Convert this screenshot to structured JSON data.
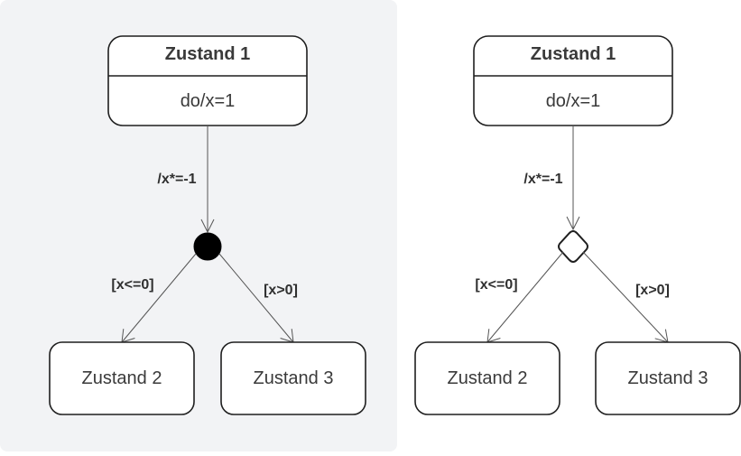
{
  "colors": {
    "left_panel_bg": "#f2f3f5",
    "page_bg": "#ffffff",
    "stroke": "#1f1f1f",
    "edge": "#555555",
    "text": "#3a3a3a"
  },
  "diagrams": [
    {
      "id": "left",
      "junction": "filled-circle",
      "top_state": {
        "title": "Zustand 1",
        "activity": "do/x=1"
      },
      "incoming_label": "/x*=-1",
      "left_guard": "[x<=0]",
      "right_guard": "[x>0]",
      "left_state": "Zustand 2",
      "right_state": "Zustand 3"
    },
    {
      "id": "right",
      "junction": "diamond",
      "top_state": {
        "title": "Zustand 1",
        "activity": "do/x=1"
      },
      "incoming_label": "/x*=-1",
      "left_guard": "[x<=0]",
      "right_guard": "[x>0]",
      "left_state": "Zustand 2",
      "right_state": "Zustand 3"
    }
  ]
}
